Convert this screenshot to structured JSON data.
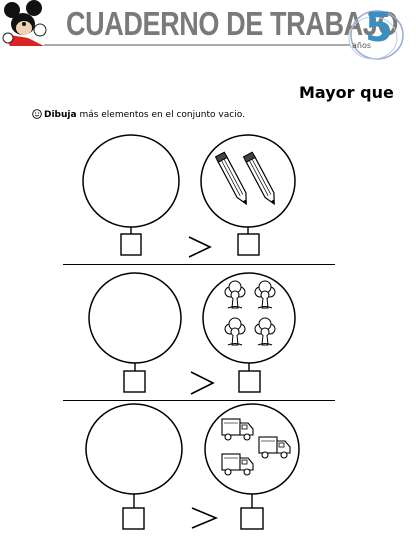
{
  "header": {
    "title": "CUADERNO DE TRABAJO",
    "badge_number": "5",
    "badge_label": "años"
  },
  "section_title": "Mayor que",
  "instruction": {
    "bold": "Dibuja",
    "rest": " más elementos en el conjunto vacio."
  },
  "rows": [
    {
      "left_set": "empty",
      "right_set": "lápices",
      "right_count": 2,
      "symbol": ">"
    },
    {
      "left_set": "empty",
      "right_set": "árboles",
      "right_count": 4,
      "symbol": ">"
    },
    {
      "left_set": "empty",
      "right_set": "camiones",
      "right_count": 3,
      "symbol": ">"
    }
  ]
}
